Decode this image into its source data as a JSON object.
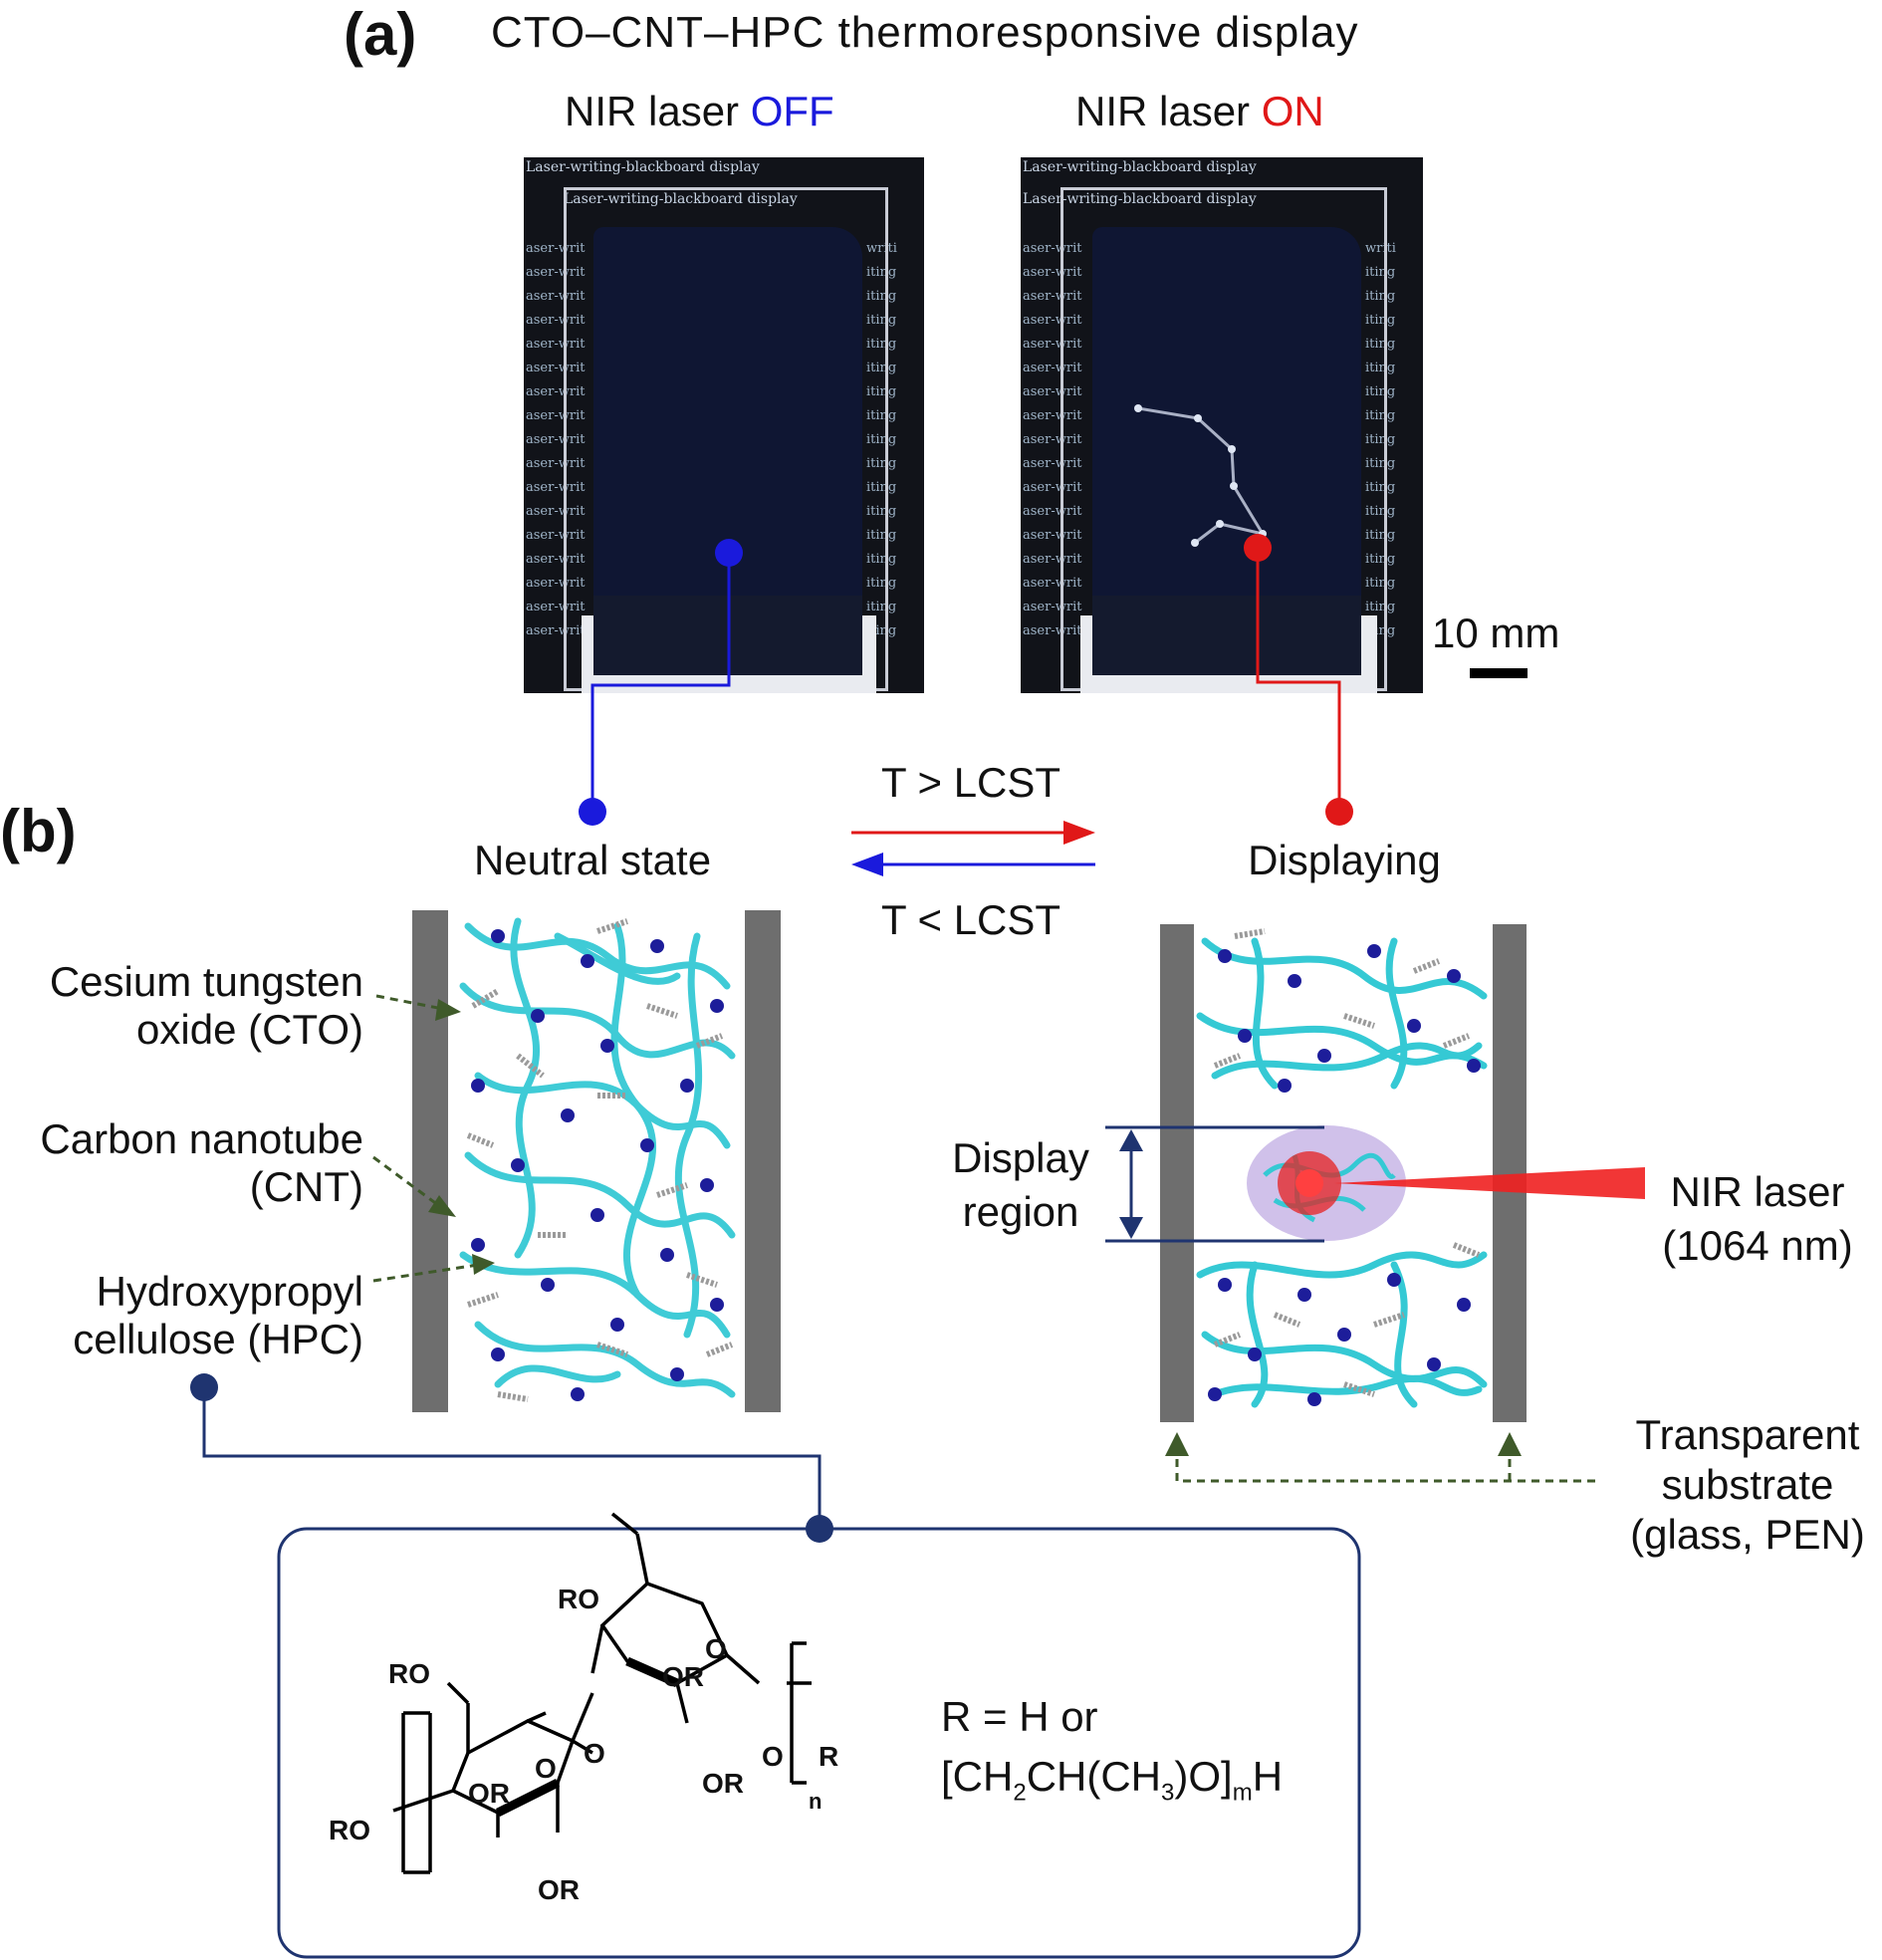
{
  "panel_a": {
    "label": "(a)",
    "title": "CTO–CNT–HPC  thermoresponsive  display",
    "off_prefix": "NIR laser ",
    "off_state": "OFF",
    "on_prefix": "NIR laser ",
    "on_state": "ON",
    "scale_bar": "10 mm",
    "photo_background_text": "Laser-writing-blackboard display",
    "photo_side_text": "aser-writ"
  },
  "panel_b": {
    "label": "(b)",
    "neutral_state": "Neutral state",
    "displaying": "Displaying",
    "forward_condition": "T > LCST",
    "reverse_condition": "T < LCST",
    "components": [
      {
        "name": "Cesium tungsten",
        "name2": "oxide (CTO)"
      },
      {
        "name": "Carbon nanotube",
        "name2": "(CNT)"
      },
      {
        "name": "Hydroxypropyl",
        "name2": "cellulose (HPC)"
      }
    ],
    "display_region": [
      "Display",
      "region"
    ],
    "nir_laser": [
      "NIR laser",
      "(1064 nm)"
    ],
    "substrate": [
      "Transparent",
      "substrate",
      "(glass, PEN)"
    ]
  },
  "structure": {
    "ro": "RO",
    "or": "OR",
    "o": "O",
    "r": "R",
    "n": "n",
    "r_definition_1": "R = H  or",
    "r_definition_2a": "[CH",
    "r_definition_2b": "2",
    "r_definition_2c": "CH(CH",
    "r_definition_2d": "3",
    "r_definition_2e": ")O]",
    "r_definition_2f": "m",
    "r_definition_2g": "H"
  },
  "colors": {
    "blue": "#1a1adc",
    "red": "#e01818",
    "navy": "#1f3470",
    "green_dash": "#3f5a2a",
    "polymer": "#35c9d4",
    "substrate": "#6e6e6e"
  }
}
